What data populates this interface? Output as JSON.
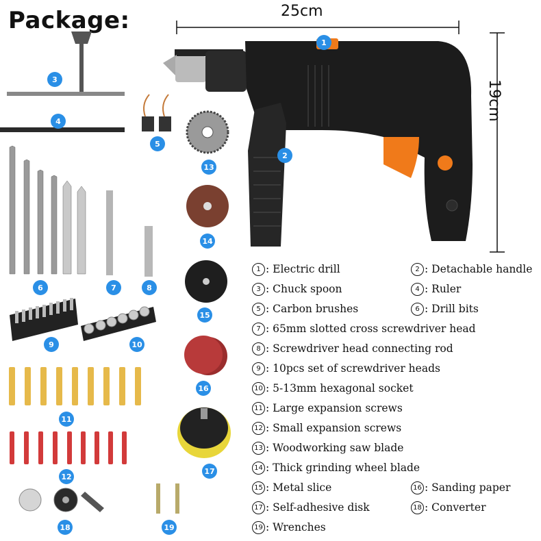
{
  "header": {
    "title": "Package:",
    "width_label": "25cm",
    "height_label": "19cm"
  },
  "badges": [
    "1",
    "2",
    "3",
    "4",
    "5",
    "6",
    "7",
    "8",
    "9",
    "10",
    "11",
    "12",
    "13",
    "14",
    "15",
    "16",
    "17",
    "18",
    "19"
  ],
  "legend": [
    {
      "num": "1",
      "text": ": Electric drill"
    },
    {
      "num": "2",
      "text": ": Detachable handle"
    },
    {
      "num": "3",
      "text": ": Chuck spoon"
    },
    {
      "num": "4",
      "text": ": Ruler"
    },
    {
      "num": "5",
      "text": ": Carbon brushes"
    },
    {
      "num": "6",
      "text": ": Drill bits"
    },
    {
      "num": "7",
      "text": ": 65mm slotted cross screwdriver head"
    },
    {
      "num": "8",
      "text": ": Screwdriver head connecting rod"
    },
    {
      "num": "9",
      "text": ": 10pcs set of screwdriver heads"
    },
    {
      "num": "10",
      "text": ": 5-13mm hexagonal socket"
    },
    {
      "num": "11",
      "text": ": Large expansion screws"
    },
    {
      "num": "12",
      "text": ": Small expansion screws"
    },
    {
      "num": "13",
      "text": ": Woodworking saw blade"
    },
    {
      "num": "14",
      "text": ": Thick grinding wheel blade"
    },
    {
      "num": "15",
      "text": ": Metal slice"
    },
    {
      "num": "16",
      "text": ": Sanding paper"
    },
    {
      "num": "17",
      "text": ": Self-adhesive disk"
    },
    {
      "num": "18",
      "text": ": Converter"
    },
    {
      "num": "19",
      "text": ": Wrenches"
    }
  ],
  "colors": {
    "badge": "#2a8fe6",
    "drill_body": "#1c1c1c",
    "drill_accent": "#f07a1a",
    "anchor_yellow": "#e6b94a",
    "anchor_red": "#d23a3a",
    "sanding_red": "#b83a3a",
    "grind_brown": "#7a4030"
  }
}
